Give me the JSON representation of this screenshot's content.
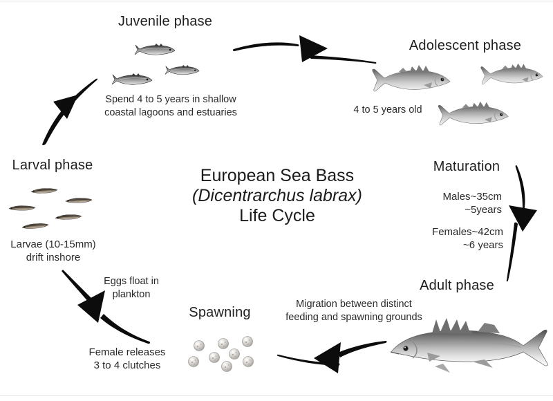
{
  "title": {
    "line1": "European Sea Bass",
    "line2": "(Dicentrarchus labrax)",
    "line3": "Life Cycle"
  },
  "phases": {
    "juvenile": {
      "label": "Juvenile phase",
      "desc1": "Spend 4 to 5 years in shallow",
      "desc2": "coastal lagoons and estuaries"
    },
    "adolescent": {
      "label": "Adolescent phase",
      "desc": "4 to 5 years old"
    },
    "maturation": {
      "label": "Maturation",
      "males1": "Males~35cm",
      "males2": "~5years",
      "females1": "Females~42cm",
      "females2": "~6 years"
    },
    "adult": {
      "label": "Adult phase",
      "desc1": "Migration between distinct",
      "desc2": "feeding and spawning grounds"
    },
    "spawning": {
      "label": "Spawning",
      "desc1": "Female releases",
      "desc2": "3 to 4 clutches"
    },
    "eggs": {
      "desc1": "Eggs float in",
      "desc2": "plankton"
    },
    "larval": {
      "label": "Larval phase",
      "desc1": "Larvae (10-15mm)",
      "desc2": "drift inshore"
    }
  },
  "icons": {
    "juvenile_fish": "small-fish-icon x3",
    "adolescent_fish": "sea-bass-icon x3",
    "adult_fish": "large-sea-bass-icon",
    "larvae": "fish-larva-icon x5",
    "eggs": "egg-icon x8",
    "arrows": "curved-swoosh-arrow x5"
  },
  "colors": {
    "background": "#ffffff",
    "text": "#232323",
    "arrow": "#0c0c0c",
    "fish_silver": "#c9c9c9",
    "egg_gray": "#b7b3ae"
  }
}
